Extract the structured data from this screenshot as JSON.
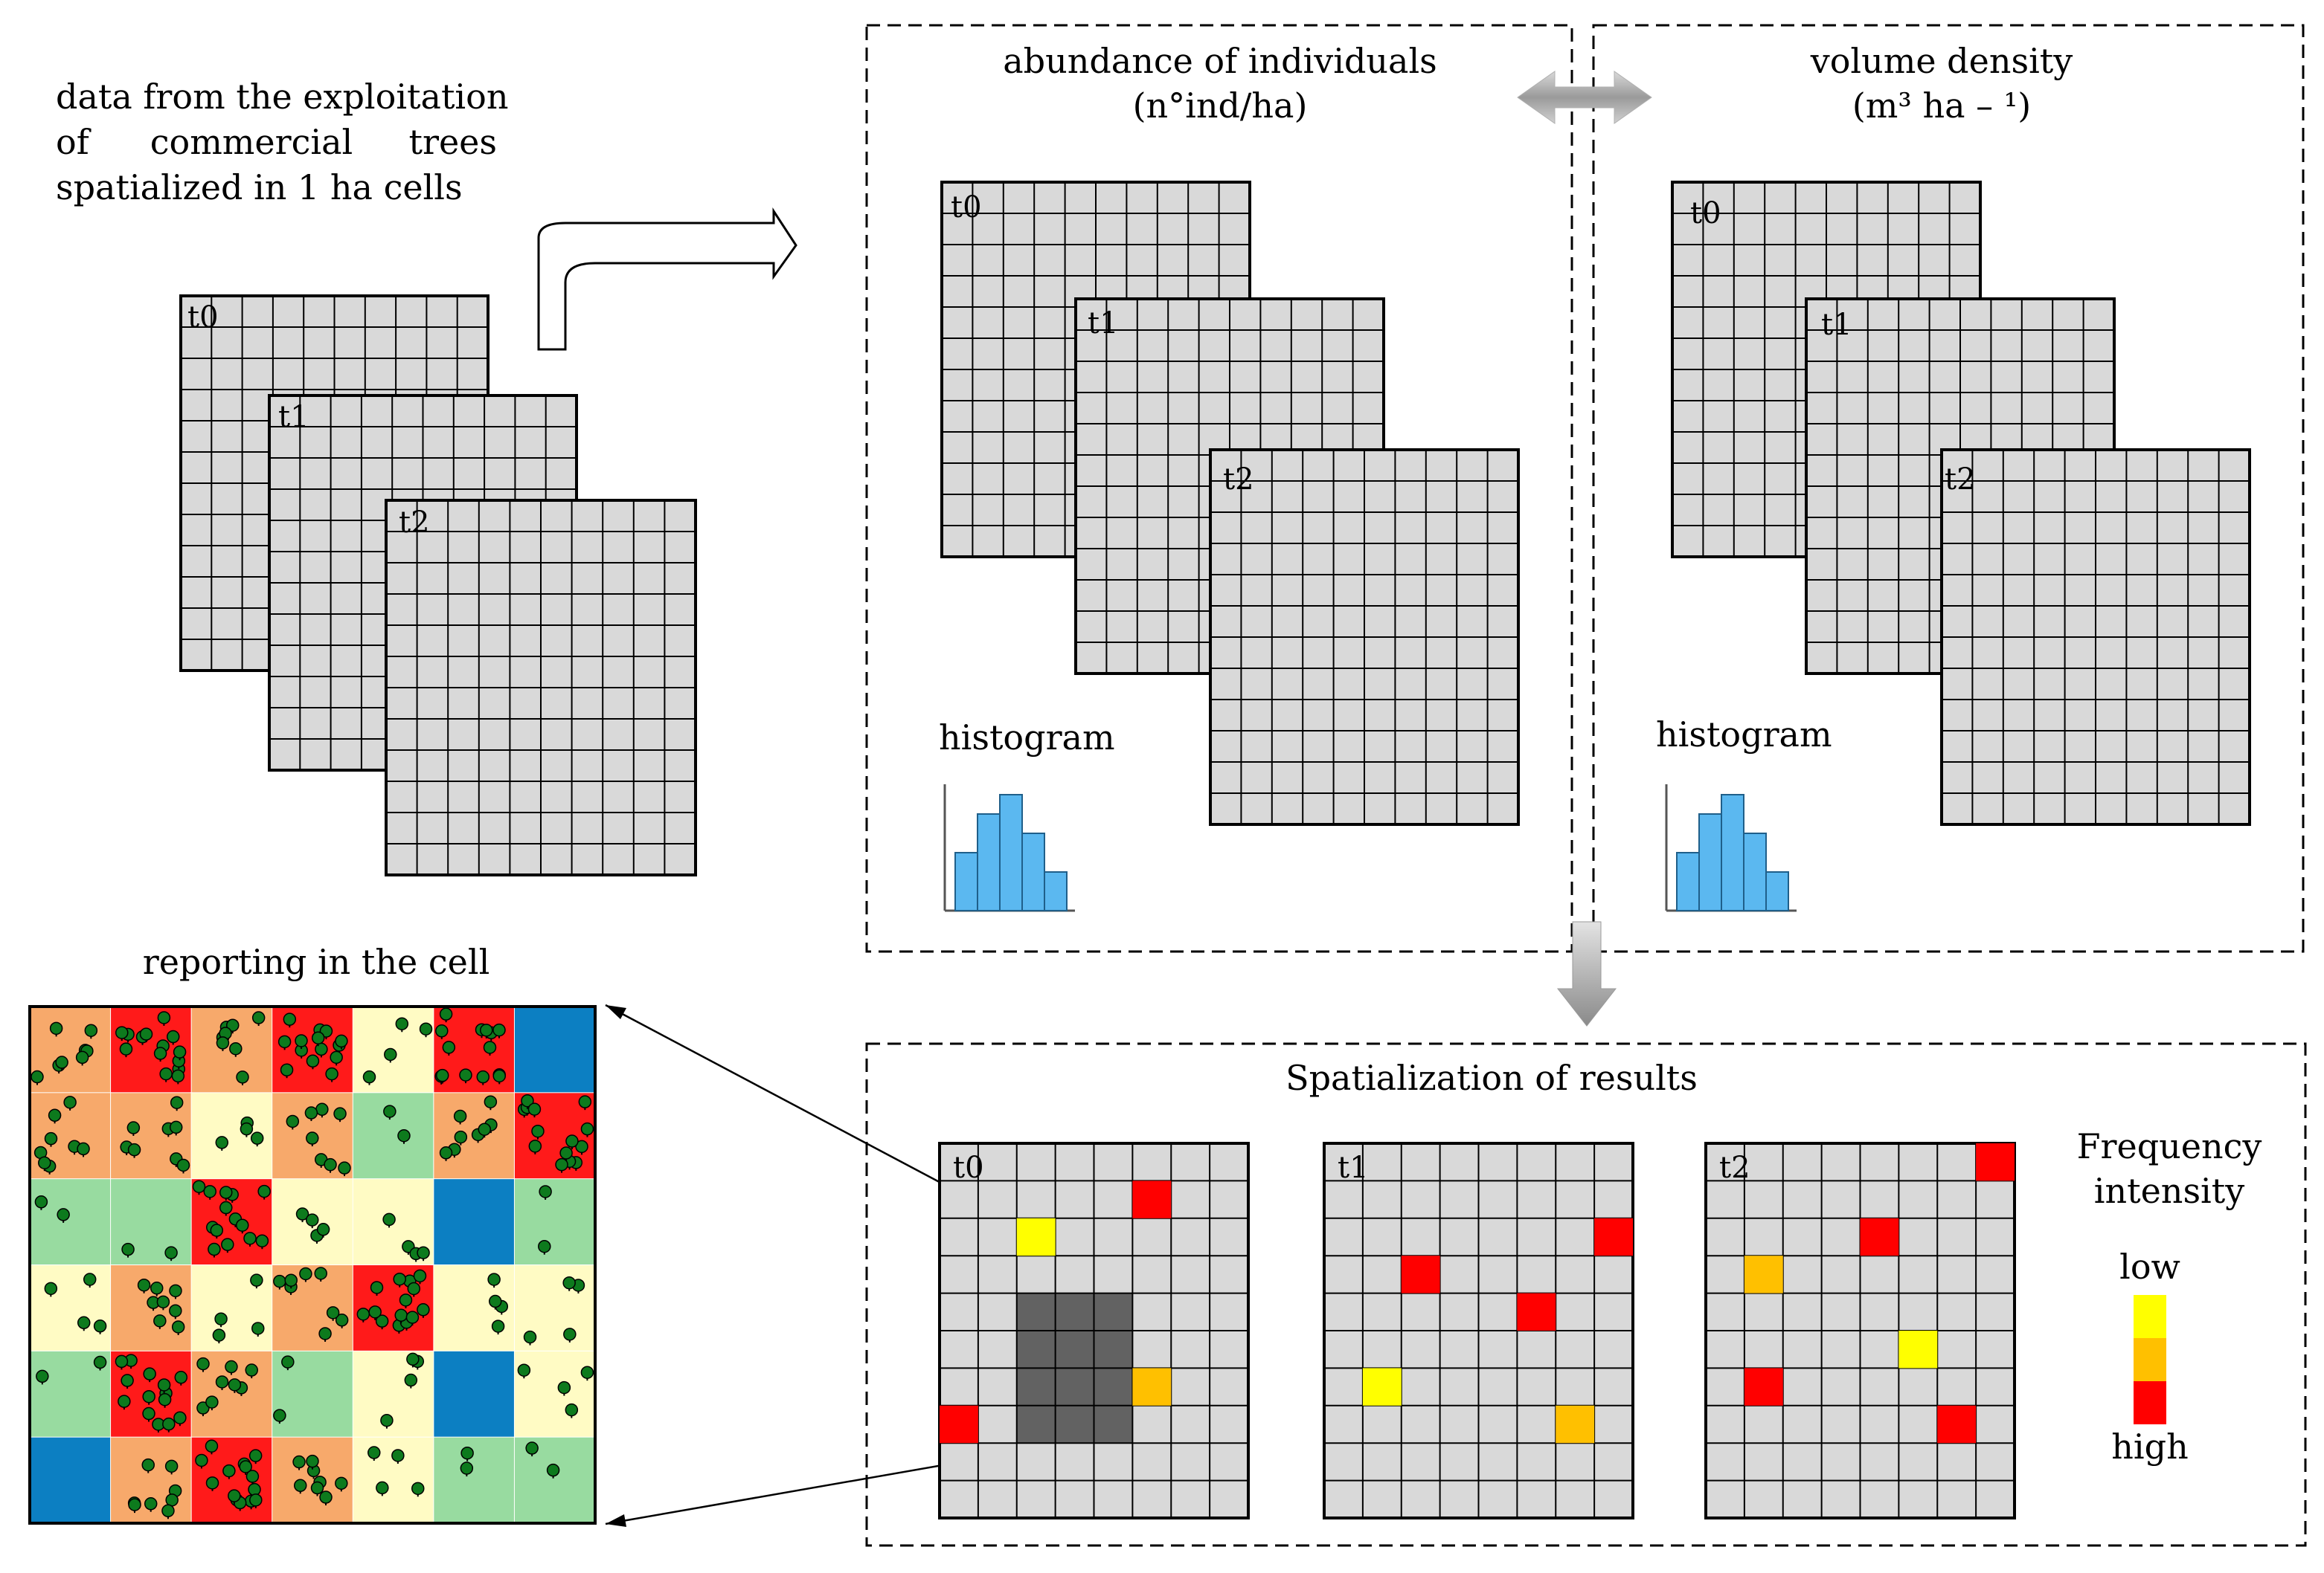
{
  "intro": {
    "line1": "data from the exploitation",
    "line2_words": [
      "of",
      "commercial",
      "trees"
    ],
    "line3": "spatialized in 1 ha cells"
  },
  "time_labels": [
    "t0",
    "t1",
    "t2"
  ],
  "panels": {
    "abundance": {
      "title": "abundance of individuals",
      "unit": "(n°ind/ha)",
      "histogram_label": "histogram"
    },
    "volume": {
      "title": "volume density",
      "unit": "(m³ ha – ¹)",
      "histogram_label": "histogram"
    }
  },
  "histogram_bars": [
    3,
    5,
    6,
    4,
    2
  ],
  "reporting": {
    "title": "reporting in the cell"
  },
  "spatialization": {
    "title": "Spatialization of results"
  },
  "legend": {
    "title_line1": "Frequency",
    "title_line2": "intensity",
    "low": "low",
    "high": "high"
  },
  "colors": {
    "cell_fill": "#d9d9d9",
    "grid_line": "#000000",
    "high": "#ff0000",
    "mid": "#ffc000",
    "low": "#ffff00",
    "histogram": "#5bb8f0",
    "arrow_gray": "#a6a6a6",
    "map_red": "#ff1a1a",
    "map_orange": "#f7a96b",
    "map_pale": "#fffbc4",
    "map_green": "#98dba0",
    "map_blue": "#0c7fc2",
    "tree": "#0d7a1d"
  },
  "reporting_map": {
    "grid": [
      [
        "orange",
        "red",
        "orange",
        "red",
        "pale",
        "red",
        "blue"
      ],
      [
        "orange",
        "orange",
        "pale",
        "orange",
        "green",
        "orange",
        "red"
      ],
      [
        "green",
        "green",
        "red",
        "pale",
        "pale",
        "blue",
        "green"
      ],
      [
        "pale",
        "orange",
        "pale",
        "orange",
        "red",
        "pale",
        "pale"
      ],
      [
        "green",
        "red",
        "orange",
        "green",
        "pale",
        "blue",
        "pale"
      ],
      [
        "blue",
        "orange",
        "red",
        "orange",
        "pale",
        "green",
        "green"
      ]
    ]
  },
  "spatial_results": [
    {
      "time": "t0",
      "cells": [
        [
          5,
          1,
          "high"
        ],
        [
          2,
          2,
          "low"
        ],
        [
          0,
          7,
          "high"
        ],
        [
          5,
          6,
          "mid"
        ]
      ]
    },
    {
      "time": "t1",
      "cells": [
        [
          7,
          2,
          "high"
        ],
        [
          2,
          3,
          "high"
        ],
        [
          5,
          4,
          "high"
        ],
        [
          1,
          6,
          "low"
        ],
        [
          6,
          7,
          "mid"
        ]
      ]
    },
    {
      "time": "t2",
      "cells": [
        [
          7,
          0,
          "high"
        ],
        [
          4,
          2,
          "high"
        ],
        [
          1,
          3,
          "mid"
        ],
        [
          5,
          5,
          "low"
        ],
        [
          1,
          6,
          "high"
        ],
        [
          6,
          7,
          "high"
        ]
      ]
    }
  ]
}
